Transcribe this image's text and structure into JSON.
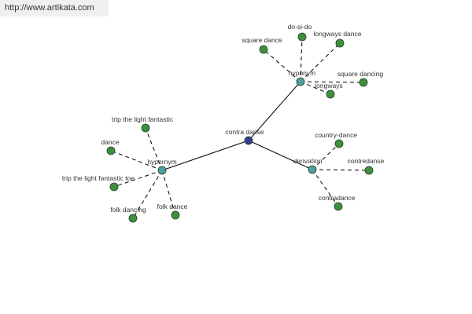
{
  "url_text": "http://www.artikata.com",
  "colors": {
    "background": "#ffffff",
    "url_bar": "#f0f0f0",
    "text": "#333333",
    "edge": "#000000",
    "central_node": "#2f3f8c",
    "relation_node": "#4f9ea3",
    "leaf_node": "#3f8f3f",
    "node_stroke": "#1f3f1f"
  },
  "graph": {
    "central": {
      "id": "center",
      "label": "contra danse"
    },
    "relations": [
      {
        "id": "hyponym",
        "label": "hyponym",
        "leaves": [
          {
            "id": "square-dance",
            "label": "square dance"
          },
          {
            "id": "do-si-do",
            "label": "do-si-do"
          },
          {
            "id": "longways-dance",
            "label": "longways dance"
          },
          {
            "id": "square-dancing",
            "label": "square dancing"
          },
          {
            "id": "longways",
            "label": "longways"
          }
        ]
      },
      {
        "id": "hypernym",
        "label": "hypernym",
        "leaves": [
          {
            "id": "trip-the-light-fantastic",
            "label": "trip the light fantastic"
          },
          {
            "id": "dance",
            "label": "dance"
          },
          {
            "id": "trip-the-light-fantastic-toe",
            "label": "trip the light fantastic toe"
          },
          {
            "id": "folk-dancing",
            "label": "folk dancing"
          },
          {
            "id": "folk-dance",
            "label": "folk dance"
          }
        ]
      },
      {
        "id": "derivation",
        "label": "derivation",
        "leaves": [
          {
            "id": "country-dance",
            "label": "country-dance"
          },
          {
            "id": "contredanse",
            "label": "contredanse"
          },
          {
            "id": "contradance",
            "label": "contradance"
          }
        ]
      }
    ]
  }
}
